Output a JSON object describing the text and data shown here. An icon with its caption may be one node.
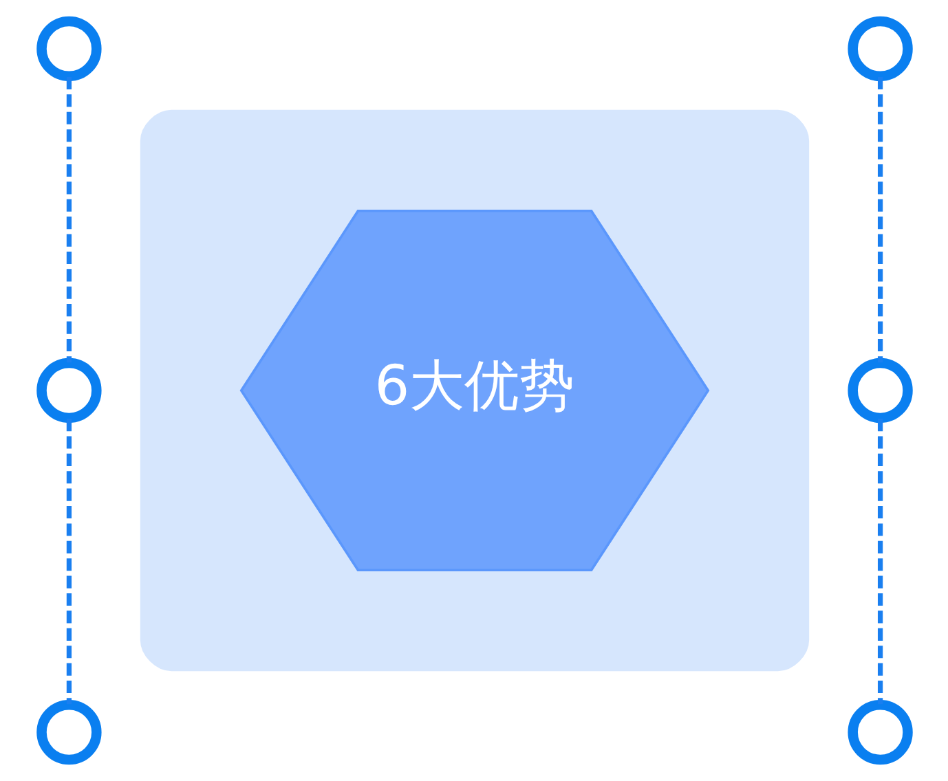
{
  "diagram": {
    "nodes": [
      {
        "text": [],
        "shape": "hexagon"
      },
      {
        "text": [
          "6大优势"
        ],
        "in": 0
      },
      {
        "text": [],
        "shape": "circle"
      },
      {
        "text": [],
        "shape": "circle"
      },
      {
        "text": [],
        "shape": "circle"
      },
      {
        "text": [],
        "shape": "circle"
      },
      {
        "text": [],
        "shape": "circle"
      },
      {
        "text": [],
        "shape": "circle"
      }
    ],
    "edges": [
      {
        "from": 2,
        "to": 3,
        "arrow": "none",
        "style": "dashed"
      },
      {
        "from": 3,
        "to": 4,
        "arrow": "none",
        "style": "dashed"
      },
      {
        "from": 5,
        "to": 6,
        "arrow": "none",
        "style": "dashed"
      },
      {
        "from": 6,
        "to": 7,
        "arrow": "none",
        "style": "dashed"
      }
    ]
  }
}
